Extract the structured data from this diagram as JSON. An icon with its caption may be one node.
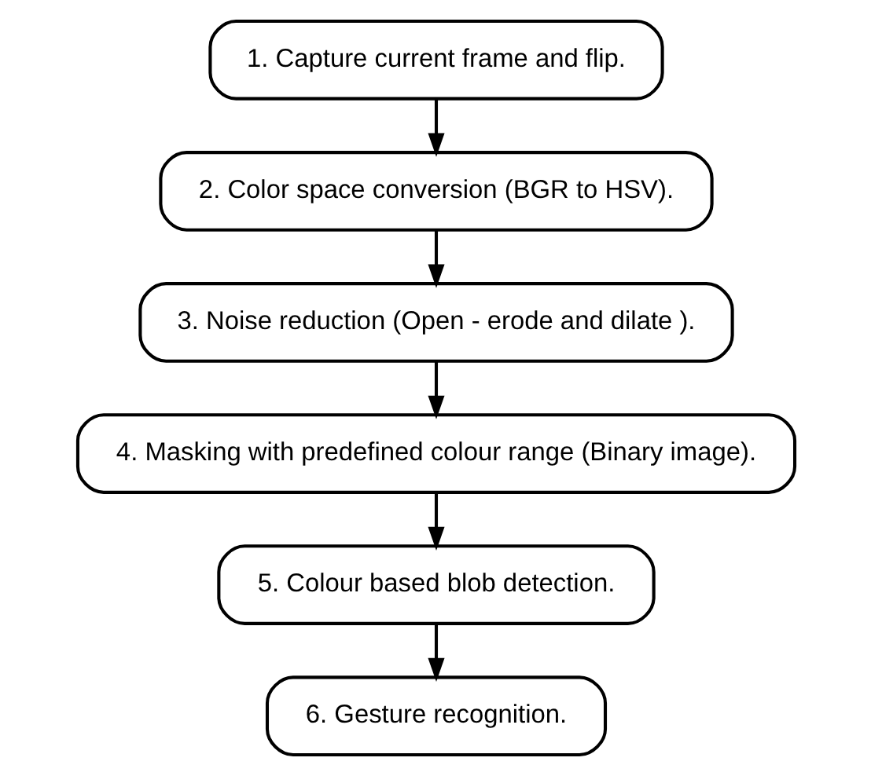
{
  "diagram": {
    "nodes": [
      {
        "text": [
          "1. Capture current frame and flip."
        ]
      },
      {
        "text": [
          "2. Color space conversion (BGR to HSV)."
        ]
      },
      {
        "text": [
          "3. Noise reduction (Open - erode and dilate )."
        ]
      },
      {
        "text": [
          "4. Masking with predefined colour range (Binary image)."
        ]
      },
      {
        "text": [
          "5. Colour based blob detection."
        ]
      },
      {
        "text": [
          "6. Gesture recognition."
        ]
      }
    ],
    "edges": [
      {
        "from": 0,
        "to": 1,
        "arrow": "to"
      },
      {
        "from": 1,
        "to": 2,
        "arrow": "to"
      },
      {
        "from": 2,
        "to": 3,
        "arrow": "to"
      },
      {
        "from": 3,
        "to": 4,
        "arrow": "to"
      },
      {
        "from": 4,
        "to": 5,
        "arrow": "to"
      }
    ]
  }
}
